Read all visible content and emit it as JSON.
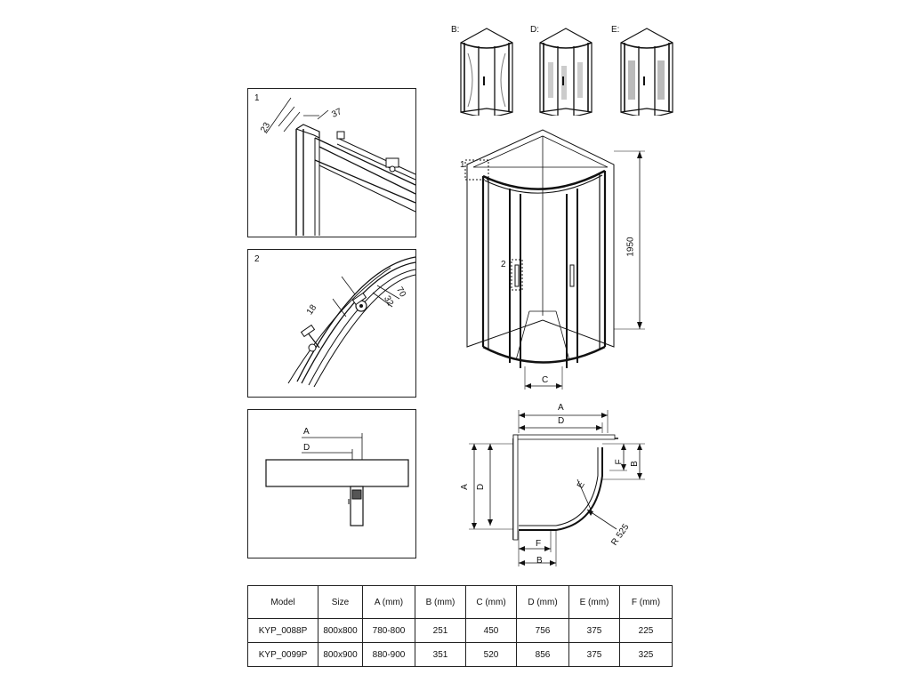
{
  "details": [
    {
      "number": "1",
      "dims": [
        "37",
        "23"
      ]
    },
    {
      "number": "2",
      "dims": [
        "70",
        "32",
        "18"
      ]
    },
    {
      "labels": [
        "A",
        "D"
      ]
    }
  ],
  "variants": [
    {
      "label": "B:"
    },
    {
      "label": "D:"
    },
    {
      "label": "E:"
    }
  ],
  "front_view": {
    "callout_1": "1",
    "callout_2": "2",
    "height_dim": "1950",
    "width_dim": "C"
  },
  "plan_view": {
    "dim_A_top": "A",
    "dim_D_top": "D",
    "dim_A_left": "A",
    "dim_D_left": "D",
    "dim_F_right": "F",
    "dim_B_right": "B",
    "dim_E": "E",
    "radius": "R 525",
    "dim_F_bottom": "F",
    "dim_B_bottom": "B"
  },
  "table": {
    "headers": [
      "Model",
      "Size",
      "A (mm)",
      "B (mm)",
      "C (mm)",
      "D (mm)",
      "E (mm)",
      "F (mm)"
    ],
    "rows": [
      [
        "KYP_0088P",
        "800x800",
        "780-800",
        "251",
        "450",
        "756",
        "375",
        "225"
      ],
      [
        "KYP_0099P",
        "800x900",
        "880-900",
        "351",
        "520",
        "856",
        "375",
        "325"
      ]
    ]
  }
}
